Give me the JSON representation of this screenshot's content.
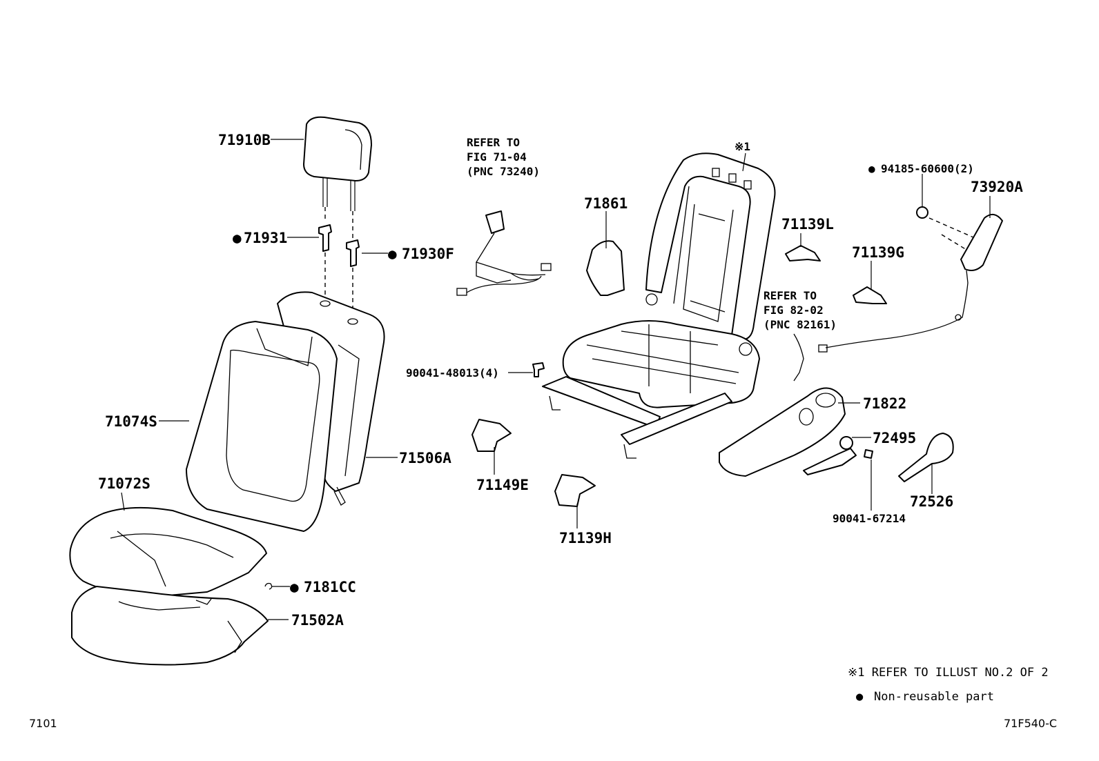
{
  "diagram": {
    "labels": {
      "p71910B": "71910B",
      "p71931": "71931",
      "p71930F": "71930F",
      "p71074S": "71074S",
      "p71506A": "71506A",
      "p71072S": "71072S",
      "p7181CC": "7181CC",
      "p71502A": "71502A",
      "p90041_48013": "90041-48013(4)",
      "p71149E": "71149E",
      "p71139H": "71139H",
      "p71861": "71861",
      "p71139L": "71139L",
      "p71139G": "71139G",
      "p94185": "94185-60600(2)",
      "p73920A": "73920A",
      "p71822": "71822",
      "p72495": "72495",
      "p90041_67214": "90041-67214",
      "p72526": "72526",
      "frame_mark": "※1"
    },
    "refer_73240": [
      "REFER TO",
      "FIG 71-04",
      "(PNC 73240)"
    ],
    "refer_82161": [
      "REFER TO",
      "FIG 82-02",
      "(PNC 82161)"
    ],
    "bullet": "●"
  },
  "legend": {
    "note1": "※1 REFER TO ILLUST NO.2 OF 2",
    "note2": "Non-reusable part"
  },
  "footer": {
    "left_code": "7101",
    "right_code": "71F540-C"
  }
}
